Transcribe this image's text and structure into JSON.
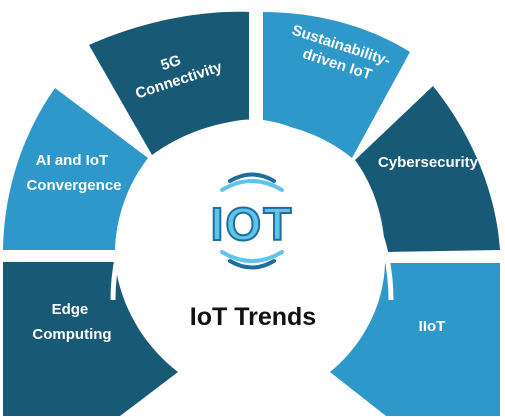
{
  "diagram": {
    "title": "IoT Trends",
    "logo_text": "IOT",
    "segments": [
      {
        "lines": [
          "5G",
          "Connectivity"
        ]
      },
      {
        "lines": [
          "Sustainability-",
          "driven IoT"
        ]
      },
      {
        "lines": [
          "AI and IoT",
          "Convergence"
        ]
      },
      {
        "lines": [
          "Cybersecurity"
        ]
      },
      {
        "lines": [
          "Edge",
          "Computing"
        ]
      },
      {
        "lines": [
          "IIoT"
        ]
      }
    ]
  },
  "colors": {
    "dark_blue": "#185a76",
    "light_blue": "#2e98cb",
    "logo_blue": "#1f6f9a",
    "logo_light": "#5ec4ea",
    "background": "#ffffff"
  },
  "icons": [
    "iot-logo-icon",
    "wireless-signal-icon"
  ]
}
